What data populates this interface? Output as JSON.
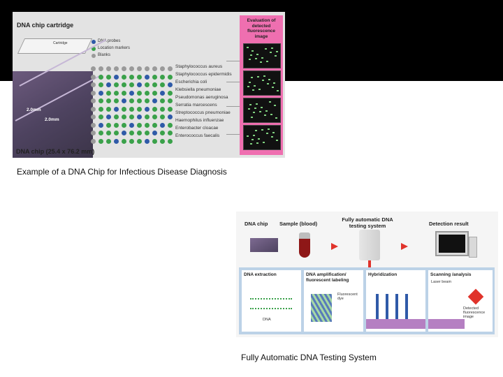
{
  "figure1": {
    "title": "DNA chip cartridge",
    "legend": [
      {
        "label": "DNA probes",
        "color": "#2f5aa8"
      },
      {
        "label": "Location markers",
        "color": "#3aa14a"
      },
      {
        "label": "Blanks",
        "color": "#9a9a9a"
      }
    ],
    "eval_title": "Evaluation of detected fluorescence image",
    "bacteria": [
      "Staphylococcus aureus",
      "Staphylococcus epidermidis",
      "Escherichia coli",
      "Klebsiella pneumoniae",
      "Pseudomonas aeruginosa",
      "Serratia marcescens",
      "Streptococcus pneumoniae",
      "Haemophilus influenzae",
      "Enterobacter cloacae",
      "Enterococcus faecalis"
    ],
    "dim_1": "2.0mm",
    "dim_2": "2.0mm",
    "chip_label": "DNA chip (25.4 x 76.2 mm)",
    "cartridge_label": "Cartridge"
  },
  "caption1": "Example of a DNA Chip for Infectious Disease Diagnosis",
  "figure2": {
    "top_headers": {
      "dna_chip": "DNA chip",
      "sample": "Sample (blood)",
      "system": "Fully automatic DNA testing system",
      "result": "Detection result"
    },
    "panels": [
      {
        "title": "DNA extraction"
      },
      {
        "title": "DNA amplification/ fluorescent labeling"
      },
      {
        "title": "Hybridization"
      },
      {
        "title": "Scanning /analysis"
      }
    ],
    "labels": {
      "dna": "DNA",
      "dye": "Fluorescent dye",
      "laser": "Laser beam",
      "detected": "Detected fluorescence image"
    }
  },
  "caption2": "Fully Automatic DNA Testing System",
  "colors": {
    "probe": "#2f5aa8",
    "marker": "#3aa14a",
    "blank": "#9a9a9a",
    "eval_bg": "#ef6fb0",
    "arrow": "#e0332b",
    "band": "#bcd2e7"
  }
}
